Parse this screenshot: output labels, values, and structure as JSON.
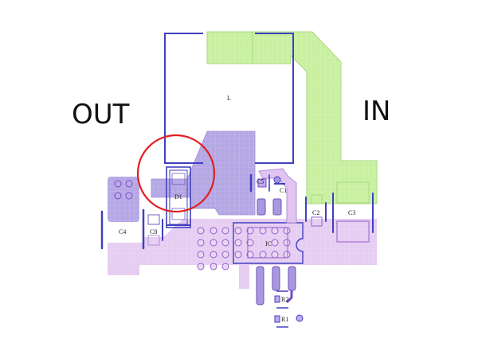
{
  "labels": {
    "out": "OUT",
    "in": "IN"
  },
  "components": {
    "inductor": "L",
    "diode": "D1",
    "ic": "IC",
    "c1": "C1",
    "c2": "C2",
    "c3": "C3",
    "c4": "C4",
    "c5": "C5",
    "c8": "C8",
    "r1": "R1",
    "r2": "R2"
  },
  "colors": {
    "input_copper": "#c8f0a0",
    "input_copper_edge": "#a8d880",
    "switch_node": "#a898e0",
    "ground_plane": "#e2c4f0",
    "silkscreen": "#4040c0",
    "highlight_circle": "#e02020"
  },
  "highlight": {
    "shape": "circle",
    "target": "D1"
  }
}
